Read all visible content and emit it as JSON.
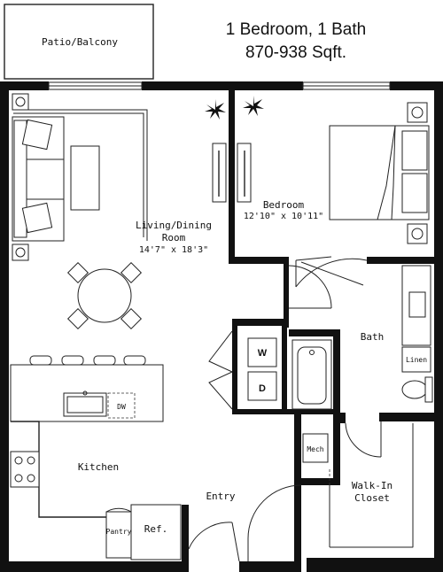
{
  "header": {
    "unit_type": "1 Bedroom, 1 Bath",
    "area": "870-938 Sqft."
  },
  "rooms": {
    "patio": "Patio/Balcony",
    "living_line1": "Living/Dining",
    "living_line2": "Room",
    "living_dims": "14'7\" x 18'3\"",
    "bedroom": "Bedroom",
    "bedroom_dims": "12'10\" x 10'11\"",
    "bath": "Bath",
    "kitchen": "Kitchen",
    "entry": "Entry",
    "closet_line1": "Walk-In",
    "closet_line2": "Closet"
  },
  "fixtures": {
    "washer": "W",
    "dryer": "D",
    "dishwasher": "DW",
    "pantry": "Pantry",
    "fridge": "Ref.",
    "mech": "Mech",
    "linen": "Linen"
  },
  "colors": {
    "wall": "#111111",
    "fixture_line": "#222222",
    "background": "#ffffff"
  }
}
